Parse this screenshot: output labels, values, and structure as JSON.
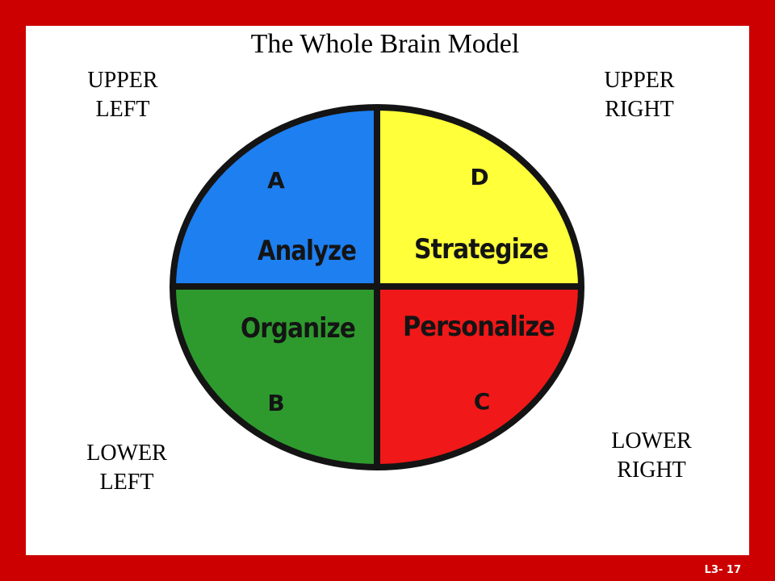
{
  "title": "The Whole Brain Model",
  "corners": {
    "upper_left": [
      "UPPER",
      "LEFT"
    ],
    "upper_right": [
      "UPPER",
      "RIGHT"
    ],
    "lower_left": [
      "LOWER",
      "LEFT"
    ],
    "lower_right": [
      "LOWER",
      "RIGHT"
    ]
  },
  "quadrants": {
    "a": {
      "letter": "A",
      "word": "Analyze",
      "color": "#1e7ff0"
    },
    "d": {
      "letter": "D",
      "word": "Strategize",
      "color": "#ffff3a"
    },
    "b": {
      "letter": "B",
      "word": "Organize",
      "color": "#2e9a2e"
    },
    "c": {
      "letter": "C",
      "word": "Personalize",
      "color": "#f01818"
    }
  },
  "colors": {
    "frame": "#cc0000",
    "background": "#ffffff",
    "outline": "#141414"
  },
  "footer": "L3- 17"
}
